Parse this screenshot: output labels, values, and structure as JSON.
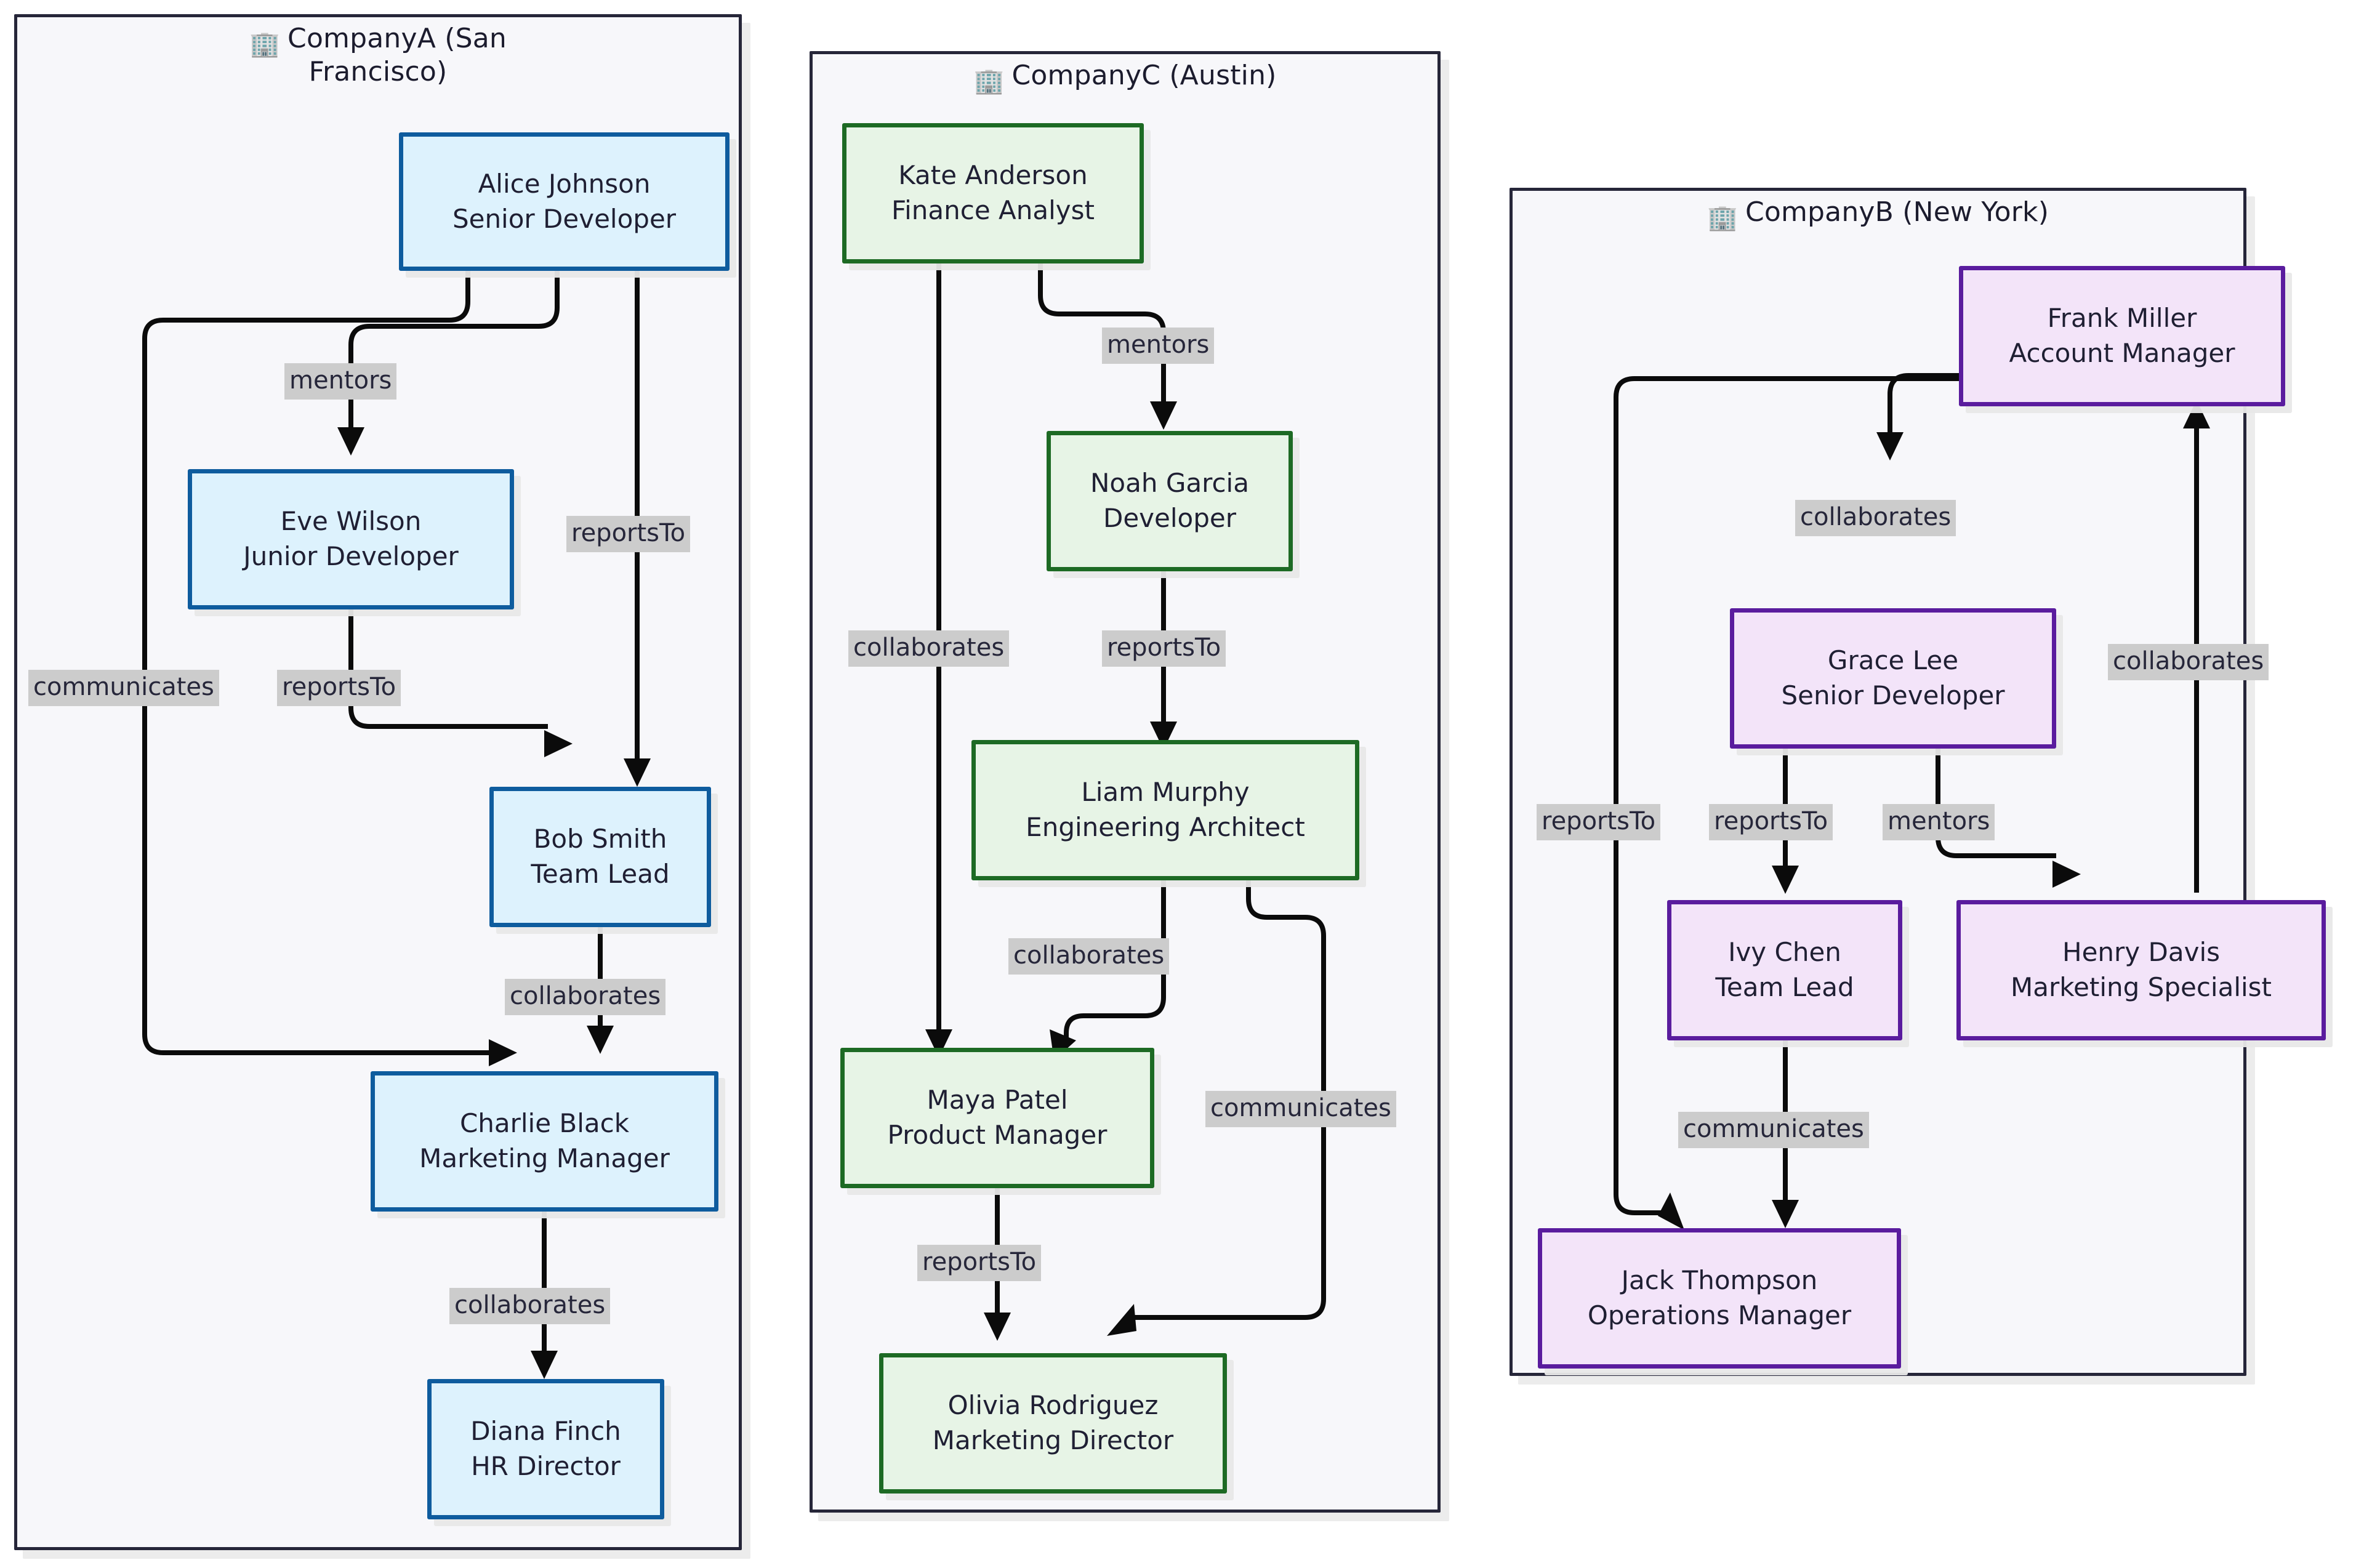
{
  "diagram": {
    "type": "flowchart",
    "icon_name": "office-building-icon",
    "icon_glyph": "🏢",
    "colors": {
      "canvas": "#ffffff",
      "subgraph_fill": "#f7f7fa",
      "subgraph_border": "#262639",
      "blue_fill": "#ddf2fd",
      "blue_border": "#0e5c9e",
      "green_fill": "#e7f4e6",
      "green_border": "#1d6a24",
      "purple_fill": "#f3e4f9",
      "purple_border": "#5a1c9e",
      "edge_label_bg": "#cccccc",
      "edge_stroke": "#0b0b0b",
      "text": "#1f1f33"
    }
  },
  "subgraphs": [
    {
      "id": "companyA",
      "title": "CompanyA (San Francisco)",
      "title_line1": "CompanyA (San",
      "title_line2": "Francisco)",
      "color": "blue",
      "nodes": [
        {
          "id": "alice",
          "name": "Alice Johnson",
          "role": "Senior Developer"
        },
        {
          "id": "eve",
          "name": "Eve Wilson",
          "role": "Junior Developer"
        },
        {
          "id": "bob",
          "name": "Bob Smith",
          "role": "Team Lead"
        },
        {
          "id": "charlie",
          "name": "Charlie Black",
          "role": "Marketing Manager"
        },
        {
          "id": "diana",
          "name": "Diana Finch",
          "role": "HR Director"
        }
      ],
      "edges": [
        {
          "from": "alice",
          "to": "eve",
          "label": "mentors"
        },
        {
          "from": "alice",
          "to": "bob",
          "label": "reportsTo"
        },
        {
          "from": "alice",
          "to": "charlie",
          "label": "communicates"
        },
        {
          "from": "eve",
          "to": "bob",
          "label": "reportsTo"
        },
        {
          "from": "bob",
          "to": "charlie",
          "label": "collaborates"
        },
        {
          "from": "charlie",
          "to": "diana",
          "label": "collaborates"
        }
      ]
    },
    {
      "id": "companyC",
      "title": "CompanyC (Austin)",
      "color": "green",
      "nodes": [
        {
          "id": "kate",
          "name": "Kate Anderson",
          "role": "Finance Analyst"
        },
        {
          "id": "noah",
          "name": "Noah Garcia",
          "role": "Developer"
        },
        {
          "id": "liam",
          "name": "Liam Murphy",
          "role": "Engineering Architect"
        },
        {
          "id": "maya",
          "name": "Maya Patel",
          "role": "Product Manager"
        },
        {
          "id": "olivia",
          "name": "Olivia Rodriguez",
          "role": "Marketing Director"
        }
      ],
      "edges": [
        {
          "from": "kate",
          "to": "noah",
          "label": "mentors"
        },
        {
          "from": "kate",
          "to": "maya",
          "label": "collaborates"
        },
        {
          "from": "noah",
          "to": "liam",
          "label": "reportsTo"
        },
        {
          "from": "liam",
          "to": "maya",
          "label": "collaborates"
        },
        {
          "from": "liam",
          "to": "olivia",
          "label": "communicates"
        },
        {
          "from": "maya",
          "to": "olivia",
          "label": "reportsTo"
        }
      ]
    },
    {
      "id": "companyB",
      "title": "CompanyB (New York)",
      "color": "purple",
      "nodes": [
        {
          "id": "frank",
          "name": "Frank Miller",
          "role": "Account Manager"
        },
        {
          "id": "grace",
          "name": "Grace Lee",
          "role": "Senior Developer"
        },
        {
          "id": "ivy",
          "name": "Ivy Chen",
          "role": "Team Lead"
        },
        {
          "id": "henry",
          "name": "Henry Davis",
          "role": "Marketing Specialist"
        },
        {
          "id": "jack",
          "name": "Jack Thompson",
          "role": "Operations Manager"
        }
      ],
      "edges": [
        {
          "from": "frank",
          "to": "grace",
          "label": "collaborates"
        },
        {
          "from": "frank",
          "to": "jack",
          "label": "reportsTo"
        },
        {
          "from": "grace",
          "to": "ivy",
          "label": "reportsTo"
        },
        {
          "from": "grace",
          "to": "henry",
          "label": "mentors"
        },
        {
          "from": "henry",
          "to": "frank",
          "label": "collaborates"
        },
        {
          "from": "ivy",
          "to": "jack",
          "label": "communicates"
        }
      ]
    }
  ],
  "labels": {
    "a_mentors": "mentors",
    "a_reportsTo_alice_bob": "reportsTo",
    "a_communicates": "communicates",
    "a_reportsTo_eve_bob": "reportsTo",
    "a_collaborates_bob": "collaborates",
    "a_collaborates_charlie": "collaborates",
    "c_mentors": "mentors",
    "c_collaborates_kate": "collaborates",
    "c_reportsTo_noah": "reportsTo",
    "c_collaborates_liam": "collaborates",
    "c_communicates": "communicates",
    "c_reportsTo_maya": "reportsTo",
    "b_collaborates_frank": "collaborates",
    "b_reportsTo_frank": "reportsTo",
    "b_reportsTo_grace": "reportsTo",
    "b_mentors": "mentors",
    "b_collaborates_henry": "collaborates",
    "b_communicates": "communicates"
  }
}
